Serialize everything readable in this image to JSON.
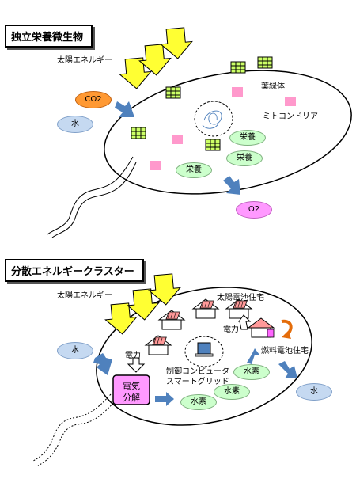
{
  "top": {
    "title": "独立栄養微生物",
    "sun_label": "太陽エネルギー",
    "chloroplast_label": "葉緑体",
    "mitochondria_label": "ミトコンドリア",
    "co2": "CO2",
    "water": "水",
    "o2": "O2",
    "nutrient_1": "栄養",
    "nutrient_2": "栄養",
    "nutrient_3": "栄養"
  },
  "bottom": {
    "title": "分散エネルギークラスター",
    "sun_label": "太陽エネルギー",
    "solar_house_label": "太陽電池住宅",
    "power_label_1": "電力",
    "power_label_2": "電力",
    "fuel_cell_label": "燃料電池住宅",
    "control_line1": "制御コンピュータ",
    "control_line2": "スマートグリッド",
    "water_in": "水",
    "water_out": "水",
    "electrolysis_line1": "電気",
    "electrolysis_line2": "分解",
    "hydrogen_1": "水素",
    "hydrogen_2": "水素",
    "hydrogen_3": "水素"
  },
  "colors": {
    "sun_arrow": "#ffff33",
    "flow_arrow": "#4f81bd",
    "chloroplast": "#ccff66",
    "mitochondria": "#ff99cc",
    "co2": "#ff9933",
    "water": "#c5d9f1",
    "o2": "#ff99ff",
    "nutrient": "#ccffcc",
    "electrolysis": "#ff99ff",
    "roof": "#ff9999",
    "fuel_cell_arrow": "#e46c0a"
  }
}
